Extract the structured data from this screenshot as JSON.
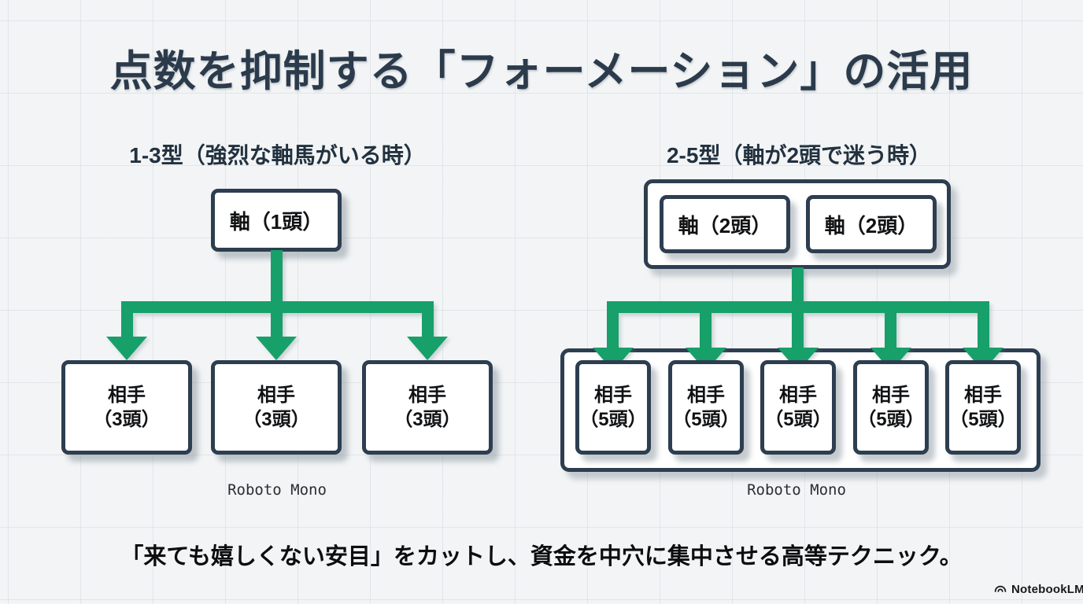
{
  "title": "点数を抑制する「フォーメーション」の活用",
  "left_diagram": {
    "heading": "1-3型（強烈な軸馬がいる時）",
    "axis_box": {
      "label": "軸（1頭）"
    },
    "partner_boxes": [
      {
        "line1": "相手",
        "line2": "（3頭）"
      },
      {
        "line1": "相手",
        "line2": "（3頭）"
      },
      {
        "line1": "相手",
        "line2": "（3頭）"
      }
    ],
    "caption": "Roboto Mono"
  },
  "right_diagram": {
    "heading": "2-5型（軸が2頭で迷う時）",
    "axis_boxes": [
      {
        "label": "軸（2頭）"
      },
      {
        "label": "軸（2頭）"
      }
    ],
    "partner_boxes": [
      {
        "line1": "相手",
        "line2": "（5頭）"
      },
      {
        "line1": "相手",
        "line2": "（5頭）"
      },
      {
        "line1": "相手",
        "line2": "（5頭）"
      },
      {
        "line1": "相手",
        "line2": "（5頭）"
      },
      {
        "line1": "相手",
        "line2": "（5頭）"
      }
    ],
    "caption": "Roboto Mono"
  },
  "footer_note": "「来ても嬉しくない安目」をカットし、資金を中穴に集中させる高等テクニック。",
  "watermark": {
    "label": "NotebookLM"
  },
  "colors": {
    "accent-green": "#17a06a",
    "ink-navy": "#2b3b4c",
    "box-border": "#2d3e50",
    "page-bg": "#f2f4f5",
    "text-black": "#101214"
  }
}
